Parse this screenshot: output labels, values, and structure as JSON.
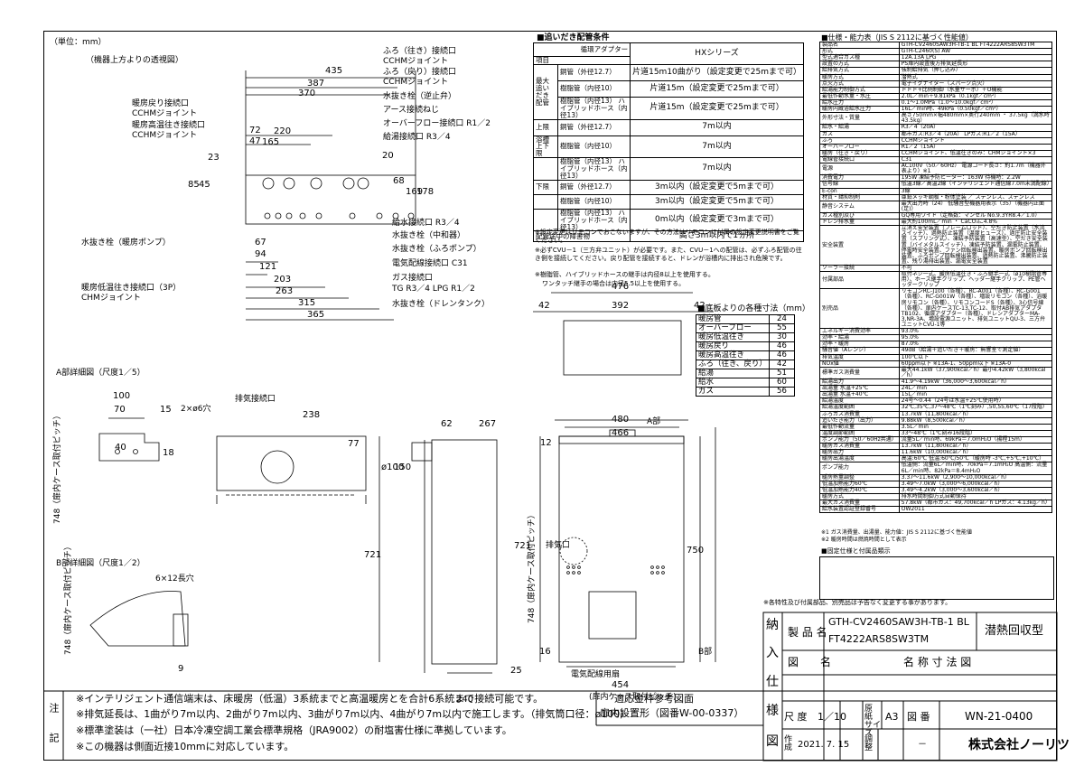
{
  "unit_label": "（単位：mm）",
  "front_view": {
    "title": "（機器上方よりの透視図）",
    "callouts_left": [
      "暖房戻り接続口",
      "CCHMジョイント",
      "暖房高温往き接続口",
      "CCHMジョイント",
      "水抜き栓（暖房ポンプ）",
      "暖房低温往き接続口（3P）",
      "CHMジョイント"
    ],
    "callouts_right": [
      "ふろ（往き）接続口",
      "CCHMジョイント",
      "ふろ（戻り）接続口",
      "CCHMジョイント",
      "水抜き栓（逆止弁）",
      "アース接続ねじ",
      "オーバーフロー接続口 R1／2",
      "給湯接続口 R3／4",
      "給水接続口 R3／4",
      "水抜き栓（中和器）",
      "水抜き栓（ふろポンプ）",
      "電気配線接続口 C31",
      "ガス接続口",
      "TG R3／4 LPG R1／2",
      "水抜き栓（ドレンタンク）"
    ],
    "dims_top": [
      "435",
      "387",
      "370",
      "220",
      "165",
      "72",
      "47"
    ],
    "dims_bottom": [
      "67",
      "94",
      "121",
      "203",
      "263",
      "315",
      "365"
    ],
    "dims_left": [
      "23",
      "85",
      "45"
    ],
    "dims_right": [
      "20",
      "68",
      "169",
      "178"
    ]
  },
  "top_view": {
    "dims": [
      "476",
      "392",
      "42",
      "42"
    ]
  },
  "detail_a": {
    "title": "A部詳細図（尺度1／5）",
    "dims": [
      "100",
      "70",
      "15",
      "2×ø6穴",
      "40",
      "18"
    ],
    "pitch_label": "748（扉内ケース取付ピッチ）"
  },
  "detail_b": {
    "title": "B部詳細図（尺度1／2）",
    "dims": [
      "6×12長穴",
      "9"
    ],
    "pitch_label": "748（扉内ケース取付ピッチ）"
  },
  "side_view": {
    "labels": [
      "排気接続口"
    ],
    "dims": [
      "238",
      "77",
      "ø100",
      "150",
      "721"
    ]
  },
  "depth_view": {
    "dims": [
      "62",
      "267",
      "240",
      "25",
      "16",
      "721",
      "750",
      "748（扉内ケース取付ピッチ）"
    ]
  },
  "main_front": {
    "labels": [
      "A部",
      "B部",
      "排気口",
      "電気配線用扇"
    ],
    "dims": [
      "480",
      "466",
      "12",
      "454",
      "(扉内ケース取付ピッチ)"
    ]
  },
  "piping": {
    "title": "■追いだき配管条件",
    "header_adapter": "循環アダプター",
    "header_item": "項目",
    "header_series": "HXシリーズ",
    "groups": [
      {
        "label": "最大追いだき配管",
        "rows": [
          [
            "銅管（外径12.7）",
            "片道15m10曲がり（設定変更で25mまで可）"
          ],
          [
            "樹脂管（内径10）",
            "片道15m（設定変更で25mまで可）"
          ],
          [
            "樹脂管（内径13） ハイブリッドホース（内径13）",
            "片道15m（設定変更で25mまで可）"
          ]
        ]
      },
      {
        "label": "上限",
        "rows": [
          [
            "銅管（外径12.7）",
            "7m以内"
          ],
          [
            "樹脂管（内径10）",
            "7m以内"
          ],
          [
            "樹脂管（内径13） ハイブリッドホース（内径13）",
            "7m以内"
          ]
        ]
      },
      {
        "label": "下限",
        "rows": [
          [
            "銅管（外径12.7）",
            "3m以内（設定変更で5mまで可）"
          ],
          [
            "樹脂管（内径10）",
            "3m以内（設定変更で5mまで可）"
          ],
          [
            "樹脂管（内径13） ハイブリッドホース（内径13）",
            "0m以内（設定変更で3mまで可）"
          ]
        ]
      }
    ],
    "updown_label": "浴槽上下限",
    "obstacle_row": [
      "配管途中の障害物",
      "高さ3m以内で1ヵ所"
    ],
    "notes": [
      "※設定変更はリモコンでおこないますが、その方法はリモコンに付属の設定変更説明書をご覧ください。",
      "※必ずCVU－1（三方弁ユニット）が必要です。また、CVU－1への配管は、必ずふろ配管の往き側を接続してください。戻り配管を接続すると、ドレンが浴槽内に排出され危険です。",
      "※樹脂管、ハイブリッドホースの継手は内径8以上を使用する。",
      "ワンタッチ継手の場合は内径5.5以上を使用する。"
    ]
  },
  "heights": {
    "title": "■底板よりの各種寸法（mm）",
    "rows": [
      [
        "暖房管",
        "24"
      ],
      [
        "オーバーフロー",
        "55"
      ],
      [
        "暖房低温往き",
        "30"
      ],
      [
        "暖房戻り",
        "46"
      ],
      [
        "暖房高温往き",
        "46"
      ],
      [
        "ふろ（往き、戻り）",
        "42"
      ],
      [
        "給湯",
        "51"
      ],
      [
        "給水",
        "60"
      ],
      [
        "ガス",
        "56"
      ]
    ]
  },
  "spec": {
    "title": "■仕様・能力表（JIS S 2112に基づく性能値）",
    "rows": [
      [
        "製品名",
        "GTH-CV2460SAW3H-TB-1 BL FT4222ARS8SW3TM"
      ],
      [
        "形式",
        "GTH-C2460(S) AW"
      ],
      [
        "型式適合ガス種",
        "12A.13A LPG"
      ],
      [
        "設置の方式",
        "PS扉内設置後方排気延長形"
      ],
      [
        "給排気方式",
        "強制給排気（押し込み）"
      ],
      [
        "暖房方式",
        "潜熱式"
      ],
      [
        "点火方式",
        "電子イグナイター（スパーク点火）"
      ],
      [
        "給湯能力制御方式",
        "ドドド+比例制御（水量サーボ）＋O機能"
      ],
      [
        "最低作動水量・水圧",
        "2.0L／min＋9.81kPa（0.1kgf／cm²）"
      ],
      [
        "給水圧力",
        "0.1～1.0MPa（1.0～10.0kgf／cm²）"
      ],
      [
        "暖房内蔵浴給水圧力",
        "16L／min時、49kPa（0.50kgf／cm²）"
      ],
      [
        "外形寸法・質量",
        "高さ750mm×幅480mm×奥行240mm ・ 37.5kg（満水時43.5kg）"
      ],
      [
        "給水・給湯",
        "R3／4（20A）"
      ],
      [
        "ガス",
        "都市ガス:R3／4（20A） LPガス:R1／2（15A）"
      ],
      [
        "ふろ",
        "CCHMジョイント"
      ],
      [
        "オーバーフロー",
        "R1／2（15A）"
      ],
      [
        "暖房（往き・戻り）",
        "CCHMジョイント、低温往きのみ：CHMジョイント×3"
      ],
      [
        "電線管接続口",
        "C31"
      ],
      [
        "電源",
        "AC100V（50／60Hz） 電源コード長さ：約1.7m（機器外表より）※1"
      ],
      [
        "消費電力",
        "195W 凍結予防ヒーター：163W 待機時：2.2W"
      ],
      [
        "信号線",
        "低温3線／高温2線（インテリジェント通信線7.0m未満配線）"
      ],
      [
        "E-con",
        "3線"
      ],
      [
        "材質・錆抑制剤",
        "亜鉛メッキ鋼板・粉体塗装 ／ ステンレス、ステンレス"
      ],
      [
        "静音システム",
        "最大出力時（24） 低騒音型機器用表示（35）（機器内正面(足)）"
      ],
      [
        "ガス種別及び",
        "GQ専用ワイド（定格数：マンセル No.9.3YR8.4／1.0）"
      ],
      [
        "ドレン排水量",
        "最大約100mL／min ・ CaCO₃に4.8%"
      ],
      [
        "安全装置",
        "立消え安全装置（フレームロッド）、空だき防止装置（水流スイッチ）、過熱防止装置（温度ヒューズ）、過圧防止安全装置（スプリング式）、凍結予防装置（高速型）、空だき安全装置（バイメタルスイッチ）、凍結予防装置、漏電防止装置、停電時安全装置、ファン回転検出装置、暖房ポンプ回転検出装置、ふろポンプ回転検出装置、過熱防止装置、沸騰防止装置、残り湯排出装置、漏電安全装置"
      ],
      [
        "ソーラー接続",
        "不可"
      ],
      [
        "付属部品",
        "取付ネジ一式、暖房低温往き・ふろ継手一式（ø10樹脂管専用）、ホース継手クリップ、ヘッダー継手クリップ、PE管ヘッダークリップ"
      ],
      [
        "別売品",
        "リモコンRC-J100（各種）、RC-A001（各種）、RC-G001（各種）、RC-G001W（各種）、増設リモコン（各種）、浴暖房リモコン（各種）、リモコンコードS（各種）、3心信号線（各種）、扉内ケースTC-13,TC-12、取付AB排気アダプタTB102、循環アダプター（各種）、ドレンアダプターMA-3,NR-3A、増設電源ユニット、排気ユニットQU-3、三方弁ユニットCVU-1等"
      ],
      [
        "エネルギー消費効率",
        "93.0%"
      ],
      [
        "効率・給湯",
        "95.0%"
      ],
      [
        "効率・暖房",
        "87.0%"
      ],
      [
        "騒音値（Aレンジ）",
        "49dB（給湯＋追いだき＋暖房：無響室で測定値）"
      ],
      [
        "排気温度",
        "100℃以下"
      ],
      [
        "NOx値",
        "60ppm以下 ※13A-1、50ppm以下 ※13A-0"
      ],
      [
        "標準ガス消費量",
        "最大44.1kW（37,900kcal／h）最小4.42kW（3,800kcal／h）"
      ],
      [
        "給湯出力",
        "41.9～4.19kW（36,000～3,600kcal／h）"
      ],
      [
        "出湯量 水温+25℃",
        "24L／min"
      ],
      [
        "出湯量 水温+40℃",
        "15L／min"
      ],
      [
        "給湯温度",
        "24号～0.44（24号は水温+25℃使用時）"
      ],
      [
        "給湯温度範囲",
        "32℃,35℃,37～48℃（1℃刻み）,50,55,60℃（17段階）"
      ],
      [
        "ふろガス消費量",
        "13.7kW（11,800kcal／h）"
      ],
      [
        "追いだき能力（出力）",
        "9.88kW（8,500kcal／h）"
      ],
      [
        "最低作動流量",
        "3.5L／min"
      ],
      [
        "温度調節範囲",
        "33～48℃（1℃刻み16段階）"
      ],
      [
        "ポンプ能力（50／60Hz共通）",
        "流量5L／min時、69kPa＝7.0mH₂O（揚程15m）"
      ],
      [
        "暖房ガス消費量",
        "13.7kW（11,800kcal／h）"
      ],
      [
        "暖房出力",
        "11.6kW（10,000kcal／h）"
      ],
      [
        "暖房出湯温度",
        "高温:60℃ 低温:60℃/50℃（暖房時 -3℃,+5℃,+10℃）"
      ],
      [
        "ポンプ能力",
        "低温側：流量6L／min時、70kPa＝7.1mH₂O 高温側：流量6L／min時、82kPa＝8.4mH₂O"
      ],
      [
        "暖房熱量調整",
        "3.37～11.6kW（2,900～10,000kcal／h）"
      ],
      [
        "低温加熱能力60℃",
        "3.49～7.0kW（3,000～6,000kcal／h）"
      ],
      [
        "低温加熱能力40℃",
        "3.49～4.2kW（3,000～3,600kcal／h）"
      ],
      [
        "暖房方式",
        "排水時間制御方式自動保持"
      ],
      [
        "最大ガス消費量",
        "57.8kW（都市ガス：49,700kcal／h LPガス：4.13kg／h）"
      ],
      [
        "給水装置認証登録番号",
        "OW2011"
      ]
    ],
    "notes": [
      "※1 ガス消費量、出湯量、能力値：JIS S 2112に基づく性能値",
      "※2 暖房時間は燃焼時間として表示"
    ],
    "fixing_title": "■固定仕様と付属品類示",
    "notes_bottom": [
      "※各特性及び付属部品、別売品は予告なく変更する事があります。"
    ]
  },
  "notes": {
    "label": "注記",
    "lines": [
      "※インテリジェント通信端末は、床暖房（低温）3系統までと高温暖房とを合計6系統まで接続可能です。",
      "※排気延長は、1曲がり7m以内、2曲がり7m以内、3曲がり7m以内、4曲がり7m以内で施工します。（排気筒口径：ø100）",
      "※標準塗装は（一社）日本冷凍空調工業会標準規格（JRA9002）の耐塩害仕様に準拠しています。",
      "※この機器は側面近接10mmに対応しています。"
    ],
    "bracket_label": "適応金枠参考図面",
    "bracket_value": "扉内設置形（図番W-00-0337）"
  },
  "title_block": {
    "side_chars": [
      "納",
      "入",
      "仕",
      "様",
      "図"
    ],
    "product_label": "製 品 名",
    "product_value1": "GTH-CV2460SAW3H-TB-1 BL",
    "product_value2": "FT4222ARS8SW3TM",
    "product_type": "潜熱回収型",
    "drawing_label": "図　　名",
    "drawing_value": "名 称 寸 法 図",
    "scale_label": "尺 度",
    "scale_value": "1／10",
    "paper_label": "原 紙 サイズ",
    "paper_value": "A3",
    "number_label": "図 番",
    "number_value": "WN-21-0400",
    "created_label": "作成",
    "created_value": "2021. 7. 15",
    "adjust_label": "調整",
    "adjust_value": "－",
    "company": "株式会社ノーリツ"
  }
}
